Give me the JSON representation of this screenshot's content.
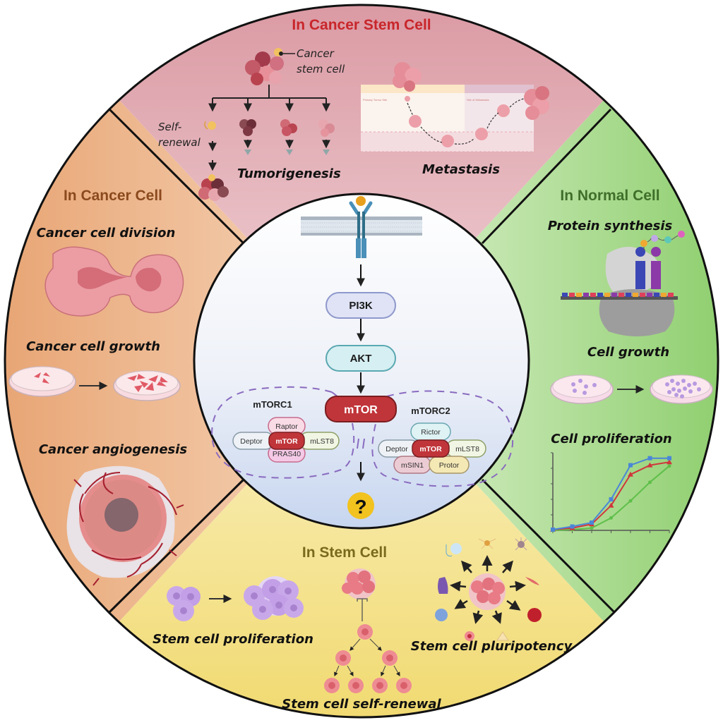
{
  "figure": {
    "title": "mTOR signaling roles in different cell contexts",
    "center": {
      "receptor": "receptor-tyrosine-kinase",
      "nodes": [
        "PI3K",
        "AKT",
        "mTOR"
      ],
      "mtorc1": {
        "label": "mTORC1",
        "components": {
          "top": "Raptor",
          "left": "Deptor",
          "center": "mTOR",
          "right": "mLST8",
          "bottom": "PRAS40"
        }
      },
      "mtorc2": {
        "label": "mTORC2",
        "components": {
          "top": "Rictor",
          "left": "Deptor",
          "center": "mTOR",
          "right": "mLST8",
          "bottom_left": "mSIN1",
          "bottom_right": "Protor"
        }
      },
      "question_mark": "?"
    },
    "sections": {
      "cancer_stem_cell": {
        "title": "In Cancer Stem Cell",
        "color": "#c8262b",
        "csc_label_line1": "Cancer",
        "csc_label_line2": "stem cell",
        "self_renewal_line1": "Self-",
        "self_renewal_line2": "renewal",
        "tumorigenesis": "Tumorigenesis",
        "metastasis": "Metastasis",
        "primary_site": "Primary Tumor Site",
        "metastasis_site": "Site of Metastasis"
      },
      "cancer_cell": {
        "title": "In Cancer Cell",
        "color": "#8b4a1e",
        "items": [
          "Cancer cell division",
          "Cancer cell growth",
          "Cancer angiogenesis"
        ]
      },
      "normal_cell": {
        "title": "In Normal Cell",
        "color": "#3f6f2a",
        "items": [
          "Protein synthesis",
          "Cell growth",
          "Cell proliferation"
        ]
      },
      "stem_cell": {
        "title": "In Stem Cell",
        "color": "#7a6a1e",
        "items": [
          "Stem cell proliferation",
          "Stem cell self-renewal",
          "Stem cell pluripotency"
        ]
      }
    },
    "colors": {
      "cancer_stem_bg": "#e3aeb6",
      "cancer_cell_bg": "#efb98f",
      "normal_cell_bg": "#a8d88d",
      "stem_cell_bg": "#f2e38d",
      "center_bg": "#dfe6f5",
      "mtor_red": "#c0353a",
      "dashed_purple": "#8a6bc0",
      "question_yellow": "#f2c21e"
    }
  },
  "chart_data": {
    "type": "line",
    "title": "Cell proliferation",
    "xlabel": "",
    "ylabel": "",
    "x": [
      0,
      1,
      2,
      3,
      4,
      5,
      6
    ],
    "ylim": [
      0,
      5
    ],
    "grid": false,
    "series": [
      {
        "name": "blue",
        "color": "#4a86d8",
        "marker": "square",
        "values": [
          0.05,
          0.25,
          0.5,
          2.0,
          4.2,
          4.65,
          4.65
        ]
      },
      {
        "name": "red",
        "color": "#d0363c",
        "marker": "triangle",
        "values": [
          0.05,
          0.15,
          0.4,
          1.6,
          3.6,
          4.2,
          4.4
        ]
      },
      {
        "name": "green",
        "color": "#5fbf4a",
        "marker": "circle",
        "values": [
          0.0,
          0.05,
          0.15,
          0.8,
          1.9,
          3.1,
          4.15
        ]
      }
    ]
  }
}
